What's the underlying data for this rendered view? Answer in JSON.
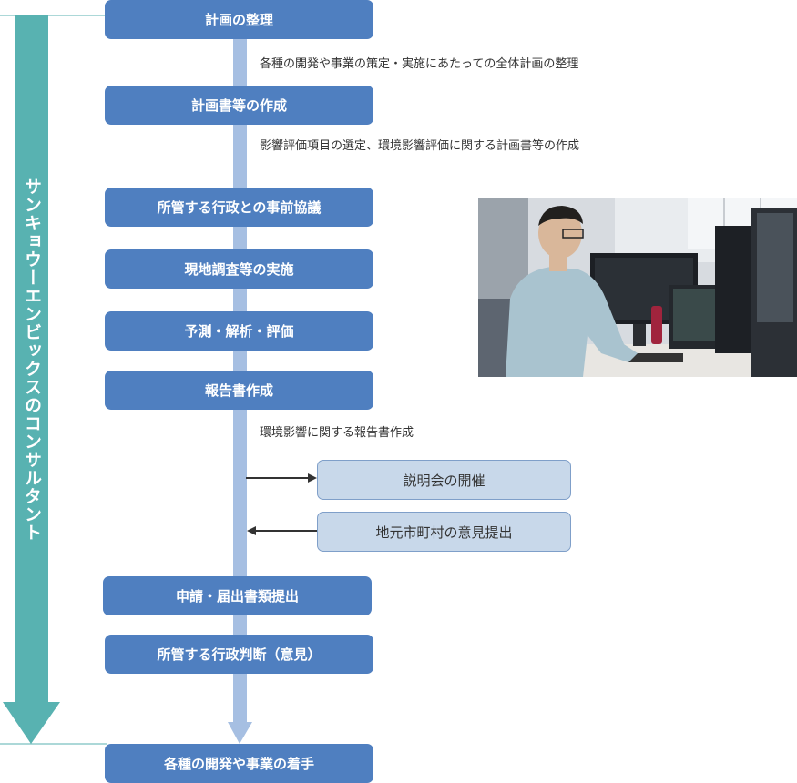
{
  "colors": {
    "step_fill": "#4f7fc0",
    "sub_fill": "#c8d8ea",
    "main_line": "#a6bfe2",
    "side_arrow": "#58b2b1",
    "connector": "#333333"
  },
  "side_label": "サンキョウーエンビックスのコンサルタント",
  "steps": [
    "計画の整理",
    "計画書等の作成",
    "所管する行政との事前協議",
    "現地調査等の実施",
    "予測・解析・評価",
    "報告書作成",
    "申請・届出書類提出",
    "所管する行政判断（意見）",
    "各種の開発や事業の着手"
  ],
  "notes": [
    "各種の開発や事業の策定・実施にあたっての全体計画の整理",
    "影響評価項目の選定、環境影響評価に関する計画書等の作成",
    "環境影響に関する報告書作成"
  ],
  "sub_boxes": [
    {
      "label": "説明会の開催",
      "arrow": "out"
    },
    {
      "label": "地元市町村の意見提出",
      "arrow": "in"
    }
  ],
  "photo": {
    "icon": "office-worker-photo"
  }
}
